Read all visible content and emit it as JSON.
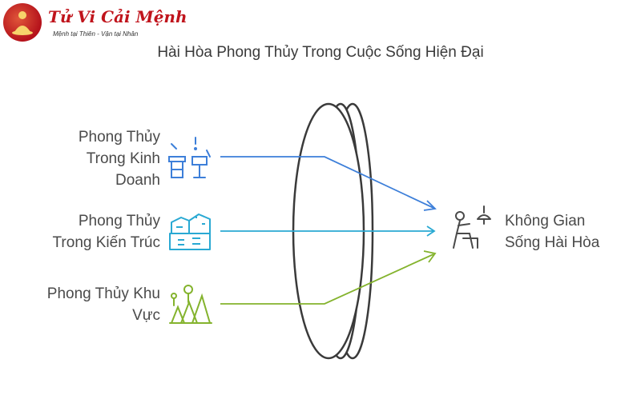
{
  "brand": {
    "name": "Tử Vi Cải Mệnh",
    "tagline": "Mệnh tại Thiên - Vận tại Nhân",
    "color": "#c0141c"
  },
  "title": "Hài Hòa Phong Thủy Trong Cuộc Sống Hiện Đại",
  "inputs": [
    {
      "lines": [
        "Phong Thủy",
        "Trong Kinh",
        "Doanh"
      ],
      "icon": "office-desk-icon",
      "color": "#3d7fd9"
    },
    {
      "lines": [
        "Phong Thủy",
        "Trong Kiến Trúc"
      ],
      "icon": "buildings-icon",
      "color": "#29a9d3"
    },
    {
      "lines": [
        "Phong Thủy Khu",
        "Vực"
      ],
      "icon": "nature-landscape-icon",
      "color": "#84b32d"
    }
  ],
  "output": {
    "lines": [
      "Không Gian",
      "Sống Hài Hòa"
    ],
    "icon": "person-with-lamp-icon",
    "color": "#4a4a4a"
  }
}
